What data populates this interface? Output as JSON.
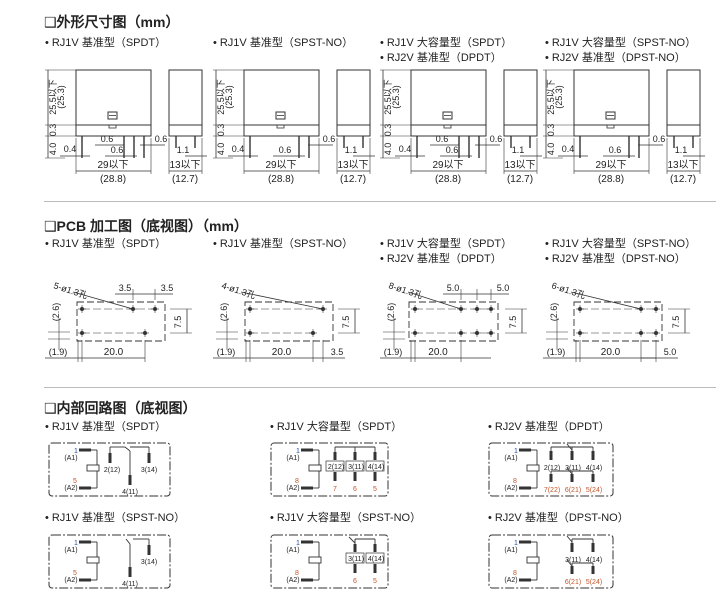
{
  "colors": {
    "line": "#333333",
    "pin_top": "#2a4fa0",
    "pin_bottom": "#c0562a"
  },
  "sections": [
    {
      "title": "❑外形尺寸图（mm）"
    },
    {
      "title": "❑PCB 加工图（底视图）（mm）"
    },
    {
      "title": "❑内部回路图（底视图）"
    }
  ],
  "outline": [
    {
      "labels": [
        "RJ1V 基准型（SPDT）"
      ],
      "variant": "spdt",
      "dims": {
        "h": "25.5以下",
        "h2": "(25.3)",
        "t": "0.3",
        "p": "4.0",
        "pin_offset": "0.4",
        "pitch_a": "0.6",
        "pitch_b": "0.6",
        "pitch_c": "0.6",
        "w": "29以下",
        "w2": "(28.8)",
        "pin_w": "1.1",
        "d": "13以下",
        "d2": "(12.7)"
      }
    },
    {
      "labels": [
        "RJ1V 基准型（SPST-NO）"
      ],
      "variant": "spst",
      "dims": {
        "h": "25.5以下",
        "h2": "(25.3)",
        "t": "0.3",
        "p": "4.0",
        "pin_offset": "0.4",
        "pitch_b": "0.6",
        "pitch_c": "0.6",
        "w": "29以下",
        "w2": "(28.8)",
        "pin_w": "1.1",
        "d": "13以下",
        "d2": "(12.7)"
      }
    },
    {
      "labels": [
        "RJ1V 大容量型（SPDT）",
        "RJ2V 基准型（DPDT）"
      ],
      "variant": "spdt",
      "dims": {
        "h": "25.5以下",
        "h2": "(25.3)",
        "t": "0.3",
        "p": "4.0",
        "pin_offset": "0.4",
        "pitch_a": "0.6",
        "pitch_b": "0.6",
        "pitch_c": "0.6",
        "w": "29以下",
        "w2": "(28.8)",
        "pin_w": "1.1",
        "d": "13以下",
        "d2": "(12.7)"
      }
    },
    {
      "labels": [
        "RJ1V 大容量型（SPST-NO）",
        "RJ2V 基准型（DPST-NO）"
      ],
      "variant": "spst",
      "dims": {
        "h": "25.5以下",
        "h2": "(25.3)",
        "t": "0.3",
        "p": "4.0",
        "pin_offset": "0.4",
        "pitch_b": "0.6",
        "pitch_c": "0.6",
        "w": "29以下",
        "w2": "(28.8)",
        "pin_w": "1.1",
        "d": "13以下",
        "d2": "(12.7)"
      }
    }
  ],
  "pcb": [
    {
      "labels": [
        "RJ1V 基准型（SPDT）"
      ],
      "variant": "a",
      "holes": "5-ø1.3孔",
      "pitch": [
        "3.5",
        "3.5"
      ],
      "row_offset": "(2.6)",
      "row_pitch": "7.5",
      "edge": "(1.9)",
      "span": "20.0"
    },
    {
      "labels": [
        "RJ1V 基准型（SPST-NO）"
      ],
      "variant": "b",
      "holes": "4-ø1.3孔",
      "pitch": [
        "3.5"
      ],
      "row_offset": "(2.6)",
      "row_pitch": "7.5",
      "edge": "(1.9)",
      "span": "20.0"
    },
    {
      "labels": [
        "RJ1V 大容量型（SPDT）",
        "RJ2V 基准型（DPDT）"
      ],
      "variant": "c",
      "holes": "8-ø1.3孔",
      "pitch": [
        "5.0",
        "5.0"
      ],
      "row_offset": "(2.6)",
      "row_pitch": "7.5",
      "edge": "(1.9)",
      "span": "20.0"
    },
    {
      "labels": [
        "RJ1V 大容量型（SPST-NO）",
        "RJ2V 基准型（DPST-NO）"
      ],
      "variant": "d",
      "holes": "6-ø1.3孔",
      "pitch": [
        "5.0"
      ],
      "row_offset": "(2.6)",
      "row_pitch": "7.5",
      "edge": "(1.9)",
      "span": "20.0"
    }
  ],
  "circuit": [
    {
      "label": "RJ1V 基准型（SPDT）",
      "variant": "spdt",
      "pins": [
        "1",
        "(A1)",
        "5",
        "(A2)",
        "2(12)",
        "3(14)",
        "4(11)"
      ]
    },
    {
      "label": "RJ1V 大容量型（SPDT）",
      "variant": "big_spdt",
      "pins": [
        "1",
        "(A1)",
        "8",
        "(A2)",
        "2(12)",
        "3(11)",
        "4(14)",
        "7",
        "6",
        "5"
      ]
    },
    {
      "label": "RJ2V 基准型（DPDT）",
      "variant": "dpdt",
      "pins": [
        "1",
        "(A1)",
        "8",
        "(A2)",
        "2(12)",
        "3(11)",
        "4(14)",
        "7(22)",
        "6(21)",
        "5(24)"
      ]
    },
    {
      "label": "RJ1V 基准型（SPST-NO）",
      "variant": "spst",
      "pins": [
        "1",
        "(A1)",
        "5",
        "(A2)",
        "3(14)",
        "4(11)"
      ]
    },
    {
      "label": "RJ1V 大容量型（SPST-NO）",
      "variant": "big_spst",
      "pins": [
        "1",
        "(A1)",
        "8",
        "(A2)",
        "3(11)",
        "4(14)",
        "6",
        "5"
      ]
    },
    {
      "label": "RJ2V 基准型（DPST-NO）",
      "variant": "dpst",
      "pins": [
        "1",
        "(A1)",
        "8",
        "(A2)",
        "3(11)",
        "4(14)",
        "6(21)",
        "5(24)"
      ]
    }
  ]
}
